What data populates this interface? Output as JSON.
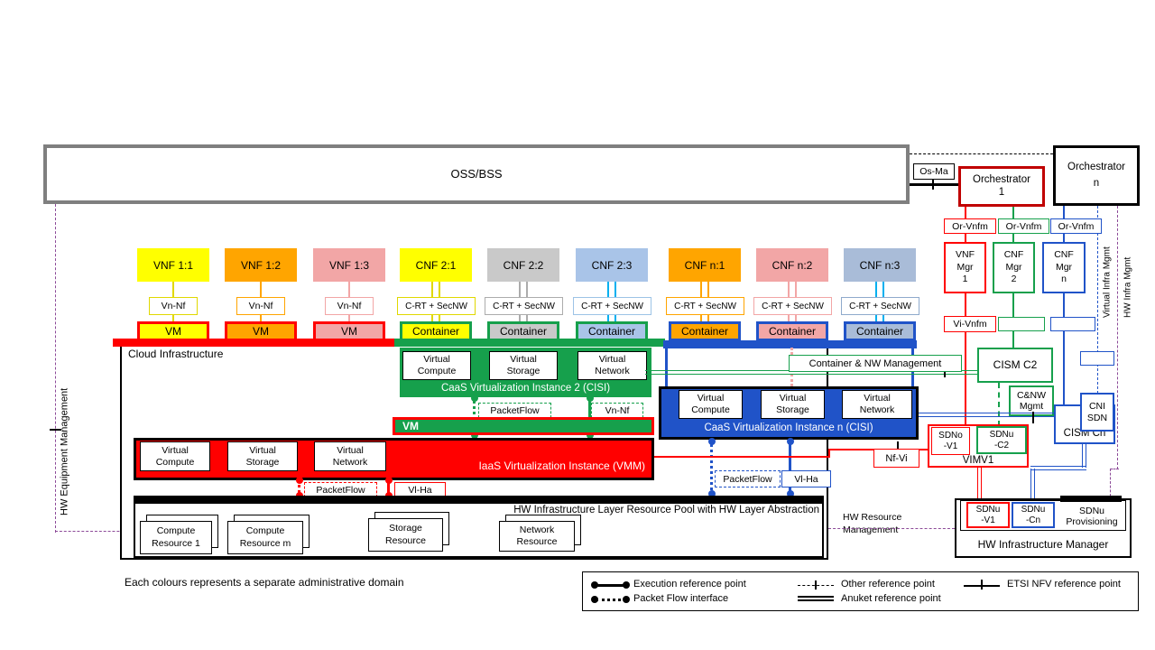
{
  "oss_bss": "OSS/BSS",
  "os_ma": "Os-Ma",
  "orchestrators": {
    "o1": [
      "Orchestrator",
      "1"
    ],
    "on": [
      "Orchestrator",
      "n"
    ]
  },
  "or_vnfm": [
    "Or-Vnfm",
    "Or-Vnfm",
    "Or-Vnfm"
  ],
  "managers": [
    [
      "VNF",
      "Mgr",
      "1"
    ],
    [
      "CNF",
      "Mgr",
      "2"
    ],
    [
      "CNF",
      "Mgr",
      "n"
    ]
  ],
  "vi_vnfm": "Vi-Vnfm",
  "side": {
    "hw_equipment": "HW Equipment Management",
    "virtual_infra": "Virtual Infra Mgmt",
    "hw_infra": "HW Infra Mgmt"
  },
  "columns": [
    {
      "nf": "VNF 1:1",
      "ref": "Vn-Nf",
      "host": "VM",
      "color": "#FFFF00"
    },
    {
      "nf": "VNF 1:2",
      "ref": "Vn-Nf",
      "host": "VM",
      "color": "#FFA500"
    },
    {
      "nf": "VNF 1:3",
      "ref": "Vn-Nf",
      "host": "VM",
      "color": "#F2A6A6"
    },
    {
      "nf": "CNF 2:1",
      "ref": "C-RT + SecNW",
      "host": "Container",
      "color": "#FFFF00"
    },
    {
      "nf": "CNF 2:2",
      "ref": "C-RT + SecNW",
      "host": "Container",
      "color": "#C9C9C9"
    },
    {
      "nf": "CNF 2:3",
      "ref": "C-RT + SecNW",
      "host": "Container",
      "color": "#A9C4E8"
    },
    {
      "nf": "CNF n:1",
      "ref": "C-RT + SecNW",
      "host": "Container",
      "color": "#FFA500"
    },
    {
      "nf": "CNF n:2",
      "ref": "C-RT + SecNW",
      "host": "Container",
      "color": "#F2A6A6"
    },
    {
      "nf": "CNF n:3",
      "ref": "C-RT + SecNW",
      "host": "Container",
      "color": "#A9BCD8"
    }
  ],
  "cloud": {
    "label": "Cloud Infrastructure",
    "caas2": {
      "title": "CaaS Virtualization Instance 2 (CISI)",
      "components": [
        "Virtual Compute",
        "Virtual Storage",
        "Virtual Network"
      ],
      "packetflow": "PacketFlow",
      "vn_nf": "Vn-Nf"
    },
    "vm_host": "VM",
    "iaas": {
      "title": "IaaS Virtualization Instance (VMM)",
      "components": [
        "Virtual Compute",
        "Virtual Storage",
        "Virtual Network"
      ],
      "packetflow": "PacketFlow",
      "vl_ha": "Vl-Ha"
    },
    "caasn": {
      "title": "CaaS Virtualization Instance n (CISI)",
      "components": [
        "Virtual Compute",
        "Virtual Storage",
        "Virtual Network"
      ],
      "packetflow": "PacketFlow",
      "vl_ha": "Vl-Ha"
    },
    "hw_pool": {
      "title": "HW Infrastructure Layer Resource Pool with HW Layer Abstraction",
      "resources": [
        "Compute Resource 1",
        "Compute Resource m",
        "Storage Resource",
        "Network Resource"
      ]
    }
  },
  "right": {
    "container_nw": "Container & NW Management",
    "cism_c2": "CISM C2",
    "cnw_mgmt": [
      "C&NW",
      "Mgmt"
    ],
    "cni_sdn": [
      "CNI",
      "SDN"
    ],
    "cism_cn": "CISM Cn",
    "nf_vi": "Nf-Vi",
    "vim": {
      "title": "VIMV1",
      "sdno_v1": [
        "SDNo",
        "-V1"
      ],
      "sdnu_c2": [
        "SDNu",
        "-C2"
      ]
    },
    "hw_mgr": {
      "title": "HW Infrastructure Manager",
      "sdnu_v1": [
        "SDNu",
        "-V1"
      ],
      "sdnu_cn": [
        "SDNu",
        "-Cn"
      ],
      "provisioning": "SDNu Provisioning"
    },
    "hw_resource_mgmt": "HW Resource Management"
  },
  "footer": {
    "note": "Each colours represents a separate administrative domain",
    "legend": {
      "execution": "Execution reference point",
      "packet_flow": "Packet Flow interface",
      "other": "Other reference point",
      "anuket": "Anuket reference point",
      "etsi": "ETSI NFV reference point"
    }
  },
  "colors": {
    "red": "#FF0000",
    "green": "#16A04C",
    "blue": "#2053C8",
    "yellow": "#FFFF00",
    "orange": "#FFA500",
    "pink": "#F2A6A6",
    "gray": "#C9C9C9",
    "light_blue": "#A9C4E8",
    "blue_gray": "#A9BCD8",
    "cyan": "#00B0F0",
    "purple": "#8C4A98",
    "dark_red": "#C00000",
    "border_gray": "#7F7F7F"
  }
}
